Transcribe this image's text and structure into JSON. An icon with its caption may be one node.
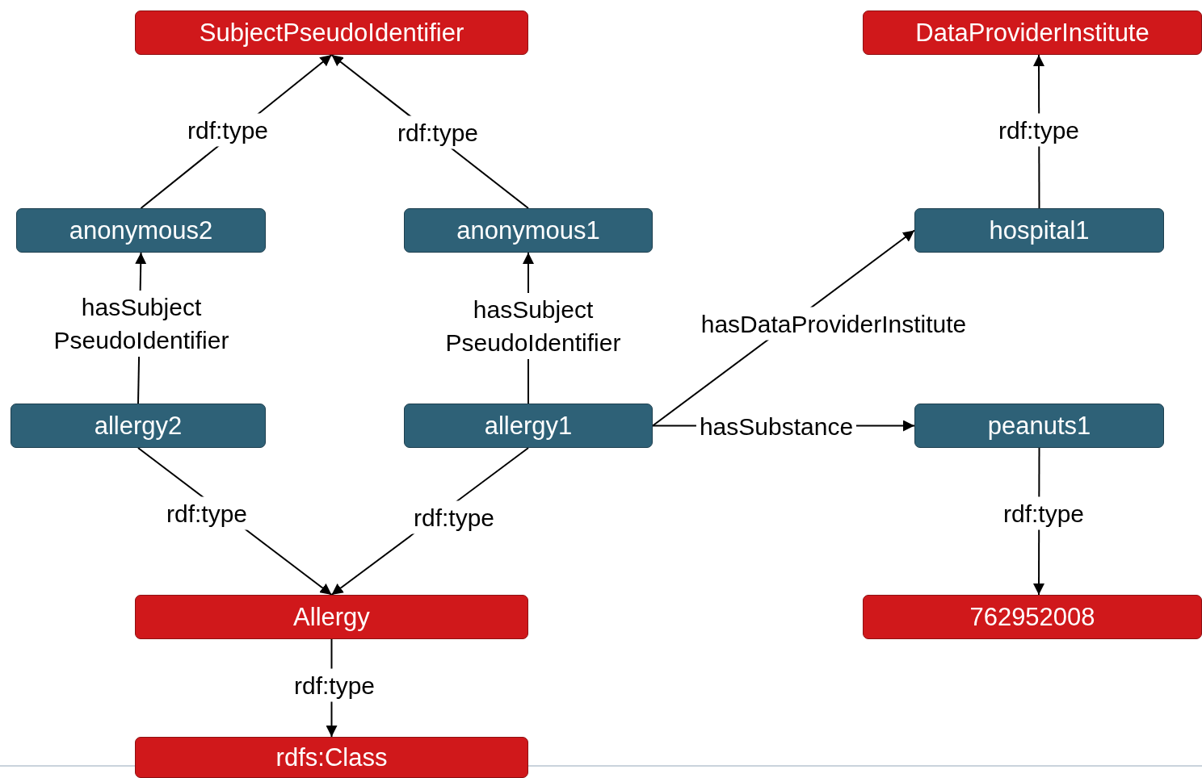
{
  "diagram": {
    "nodes": [
      {
        "text": [
          "SubjectPseudoIdentifier"
        ]
      },
      {
        "text": [
          "DataProviderInstitute"
        ]
      },
      {
        "text": [
          "anonymous2"
        ]
      },
      {
        "text": [
          "anonymous1"
        ]
      },
      {
        "text": [
          "hospital1"
        ]
      },
      {
        "text": [
          "allergy2"
        ]
      },
      {
        "text": [
          "allergy1"
        ]
      },
      {
        "text": [
          "peanuts1"
        ]
      },
      {
        "text": [
          "Allergy"
        ]
      },
      {
        "text": [
          "762952008"
        ]
      },
      {
        "text": [
          "rdfs:Class"
        ]
      }
    ],
    "edges": [
      {
        "from": 2,
        "to": 0,
        "arrow": "to",
        "label": "rdf:type"
      },
      {
        "from": 3,
        "to": 0,
        "arrow": "to",
        "label": "rdf:type"
      },
      {
        "from": 4,
        "to": 1,
        "arrow": "to",
        "label": "rdf:type"
      },
      {
        "from": 5,
        "to": 2,
        "arrow": "to",
        "label": "hasSubject PseudoIdentifier"
      },
      {
        "from": 6,
        "to": 3,
        "arrow": "to",
        "label": "hasSubject PseudoIdentifier"
      },
      {
        "from": 6,
        "to": 4,
        "arrow": "to",
        "label": "hasDataProviderInstitute"
      },
      {
        "from": 6,
        "to": 7,
        "arrow": "to",
        "label": "hasSubstance"
      },
      {
        "from": 5,
        "to": 8,
        "arrow": "to",
        "label": "rdf:type"
      },
      {
        "from": 6,
        "to": 8,
        "arrow": "to",
        "label": "rdf:type"
      },
      {
        "from": 7,
        "to": 9,
        "arrow": "to",
        "label": "rdf:type"
      },
      {
        "from": 8,
        "to": 10,
        "arrow": "to",
        "label": "rdf:type"
      }
    ]
  }
}
